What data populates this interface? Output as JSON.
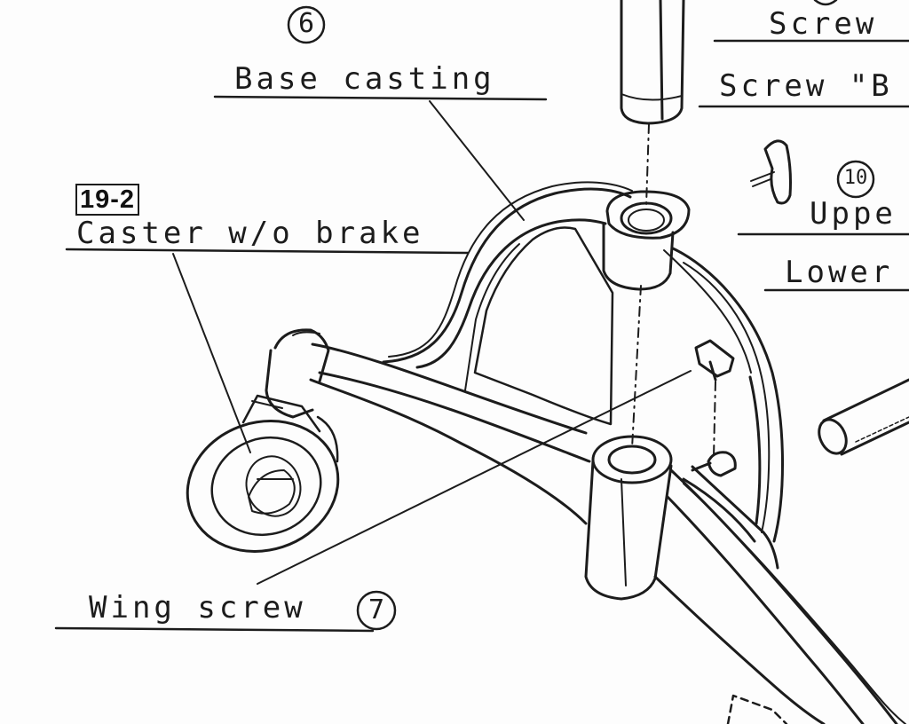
{
  "callouts": {
    "base_casting": {
      "label": "Base casting",
      "number": "6"
    },
    "caster": {
      "ref": "19-2",
      "label": "Caster w/o brake"
    },
    "wing_screw": {
      "label": "Wing screw",
      "number": "7"
    },
    "screw_a": {
      "label": "Screw"
    },
    "screw_b": {
      "label": "Screw \"B"
    },
    "upper": {
      "label": "Uppe",
      "number": "10"
    },
    "lower": {
      "label": "Lower"
    }
  },
  "colors": {
    "line": "#1c1c1c",
    "paper": "#fdfdfd",
    "shadow": "#5a5a5a"
  }
}
